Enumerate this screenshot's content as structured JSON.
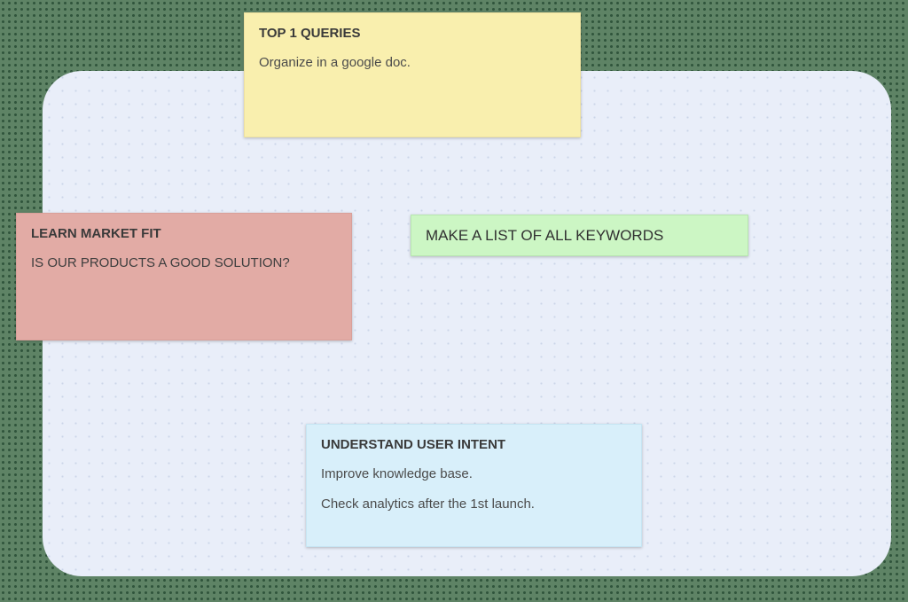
{
  "board": {
    "outer_background": "#5e8365",
    "canvas_background": "#e9eef9"
  },
  "notes": [
    {
      "title": "TOP 1 QUERIES",
      "lines": [
        "Organize in a google doc."
      ],
      "color": "#f9efae"
    },
    {
      "title": "LEARN MARKET FIT",
      "lines": [
        "IS OUR PRODUCTS A GOOD SOLUTION?"
      ],
      "color": "#e2aba5"
    },
    {
      "text": "MAKE A LIST OF ALL KEYWORDS",
      "color": "#ccf6c4"
    },
    {
      "title": "UNDERSTAND USER INTENT",
      "lines": [
        "Improve knowledge base.",
        "Check analytics after the 1st launch."
      ],
      "color": "#d8effa"
    }
  ]
}
